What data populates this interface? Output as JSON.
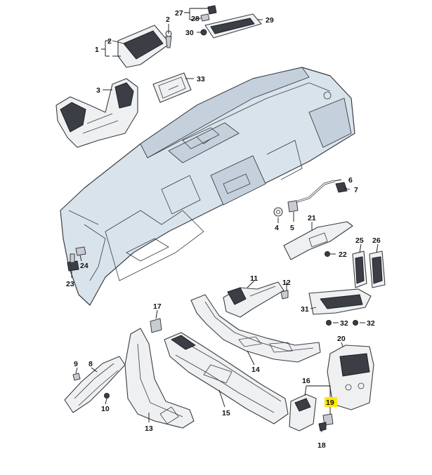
{
  "callouts": {
    "c1": "1",
    "c2a": "2",
    "c2b": "2",
    "c3": "3",
    "c4": "4",
    "c5": "5",
    "c6": "6",
    "c7": "7",
    "c8": "8",
    "c9": "9",
    "c10": "10",
    "c11": "11",
    "c12": "12",
    "c13": "13",
    "c14": "14",
    "c15": "15",
    "c16": "16",
    "c17": "17",
    "c18": "18",
    "c19": "19",
    "c20": "20",
    "c21": "21",
    "c22": "22",
    "c23": "23",
    "c24": "24",
    "c25": "25",
    "c26": "26",
    "c27": "27",
    "c28": "28",
    "c29": "29",
    "c30": "30",
    "c31": "31",
    "c32a": "32",
    "c32b": "32",
    "c33": "33"
  },
  "colors": {
    "highlight": "#ffe600",
    "dashboard": "#d9e3ec",
    "outline": "#3a3d42"
  }
}
